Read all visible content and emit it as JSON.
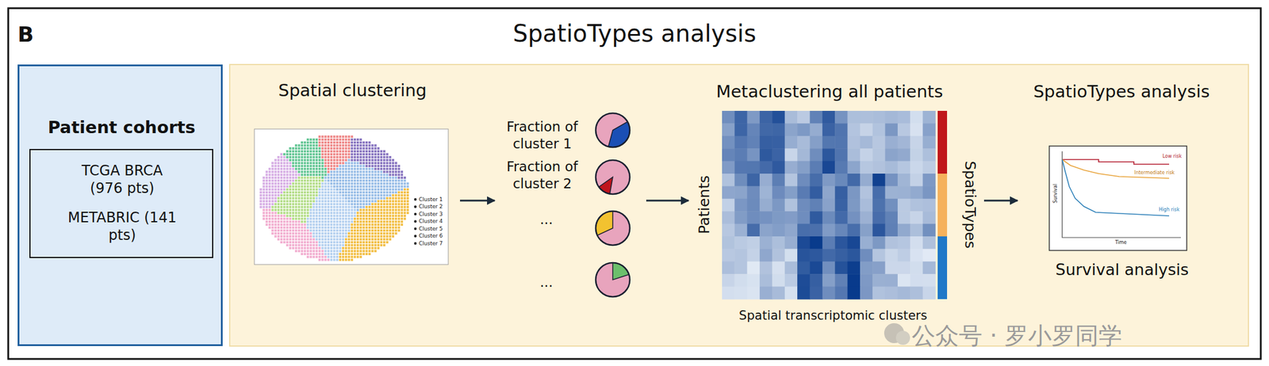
{
  "diagram": {
    "title": "SpatioTypes analysis",
    "nodes": [
      {
        "text": [
          "Patient cohorts"
        ]
      },
      {
        "text": [
          "TCGA BRCA (976 pts)",
          "METABRIC (141 pts)"
        ],
        "in": 0
      },
      {
        "text": [
          "Spatial clustering",
          "Cluster 1",
          "Cluster 2",
          "Cluster 3",
          "Cluster 4",
          "Cluster 5",
          "Cluster 6",
          "Cluster 7"
        ]
      },
      {
        "text": [
          "Fraction of cluster 1",
          "Fraction of cluster 2",
          "...",
          "..."
        ]
      },
      {
        "text": [
          "Metaclustering all patients",
          "Patients",
          "SpatioTypes",
          "Spatial transcriptomic clusters"
        ]
      },
      {
        "text": [
          "SpatioTypes analysis",
          "Survival",
          "Time",
          "Low risk",
          "Intermediate risk",
          "High risk",
          "Survival analysis"
        ]
      }
    ],
    "edges": [
      {
        "from": 2,
        "to": 3,
        "arrow": "to"
      },
      {
        "from": 3,
        "to": 4,
        "arrow": "to"
      },
      {
        "from": 4,
        "to": 5,
        "arrow": "to"
      }
    ],
    "labels": [
      "B",
      "公众号 · 罗小罗同学"
    ]
  }
}
